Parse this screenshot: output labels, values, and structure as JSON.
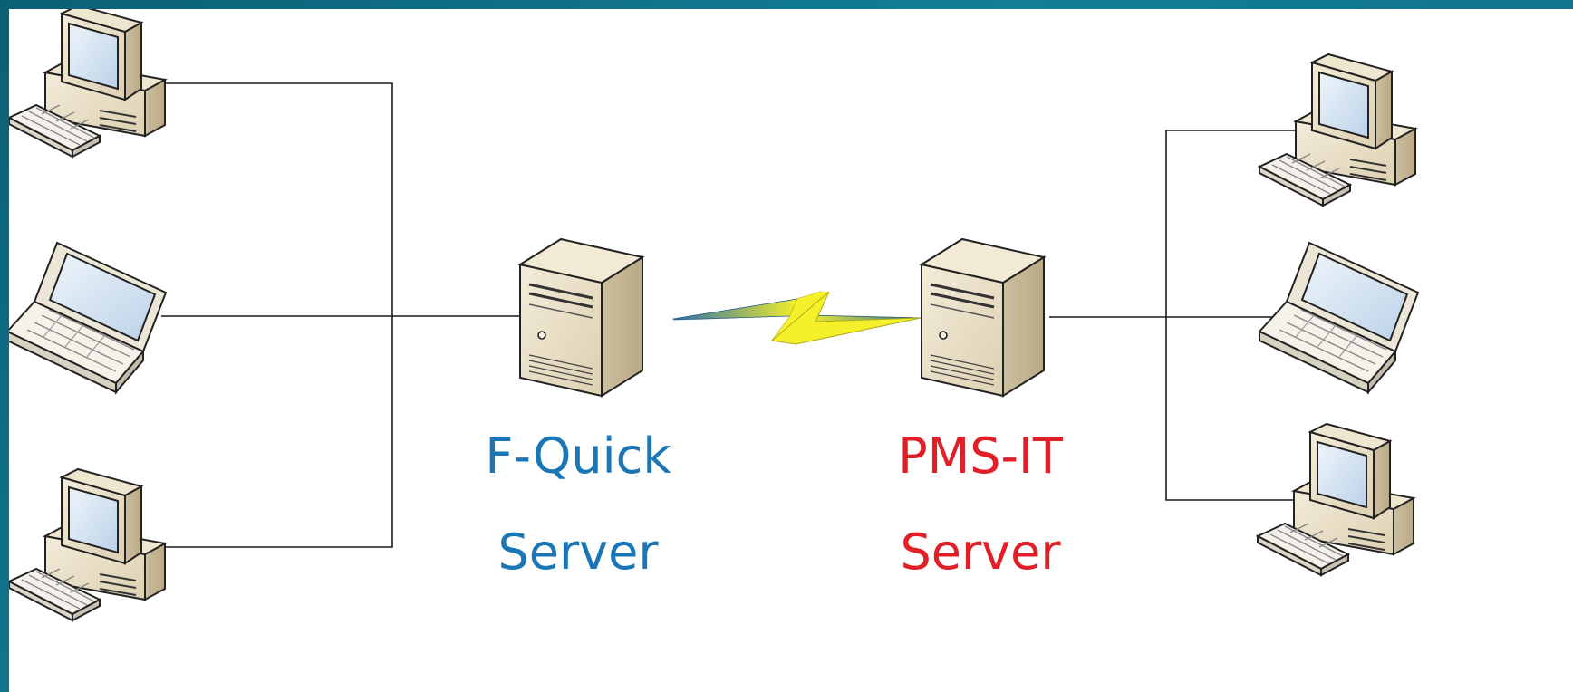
{
  "servers": [
    {
      "name_line1": "F-Quick",
      "name_line2": "Server",
      "color": "#1b76b8"
    },
    {
      "name_line1": "PMS-IT",
      "name_line2": "Server",
      "color": "#e01f26"
    }
  ],
  "colors": {
    "frame": "#0f6f86",
    "lines": "#1a1a1a",
    "lightning": "#f4f12a",
    "device_beige": "#e7dcc3",
    "screen": "#dbe8f4"
  },
  "icons": {
    "client_left": [
      "desktop-computer-icon",
      "laptop-icon",
      "desktop-computer-icon"
    ],
    "client_right": [
      "desktop-computer-icon",
      "laptop-icon",
      "desktop-computer-icon"
    ],
    "server": "tower-server-icon",
    "link": "lightning-link-icon"
  }
}
